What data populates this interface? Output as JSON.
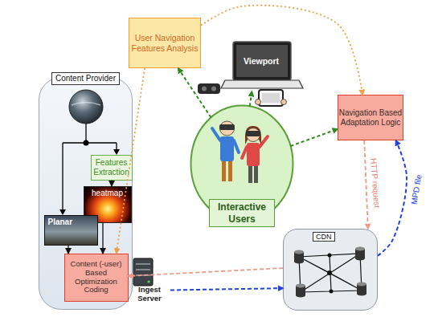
{
  "diagram": {
    "nodes": [
      {
        "text": [
          "User Navigation Features Analysis"
        ]
      },
      {
        "text": [
          "Viewport"
        ]
      },
      {
        "text": [
          "Content Provider"
        ]
      },
      {
        "text": [
          "Features Extraction"
        ],
        "in": 2
      },
      {
        "text": [
          "heatmap"
        ],
        "in": 2
      },
      {
        "text": [
          "Planar"
        ],
        "in": 2
      },
      {
        "text": [
          "Content (-user) Based Optimization Coding"
        ],
        "in": 2
      },
      {
        "text": [
          "Navigation Based Adaptation Logic"
        ]
      },
      {
        "text": [
          "Interactive Users"
        ]
      },
      {
        "text": [
          "CDN"
        ]
      },
      {
        "text": [
          "Ingest Server"
        ]
      }
    ],
    "edges": [
      {
        "from": 8,
        "to": 0,
        "arrow": "to"
      },
      {
        "from": 8,
        "to": 1,
        "arrow": "to"
      },
      {
        "from": 8,
        "to": 7,
        "arrow": "to"
      },
      {
        "from": 0,
        "to": 7,
        "arrow": "to"
      },
      {
        "from": 0,
        "to": 6,
        "arrow": "to"
      },
      {
        "from": 3,
        "to": 4,
        "arrow": "to"
      },
      {
        "from": 4,
        "to": 6,
        "arrow": "to"
      },
      {
        "from": 5,
        "to": 6,
        "arrow": "to"
      },
      {
        "from": 7,
        "to": 9,
        "label": "HTTP request",
        "arrow": "to"
      },
      {
        "from": 9,
        "to": 7,
        "label": "MPD file",
        "arrow": "to"
      },
      {
        "from": 9,
        "to": 6,
        "arrow": "to"
      },
      {
        "from": 10,
        "to": 9,
        "arrow": "to"
      }
    ]
  }
}
